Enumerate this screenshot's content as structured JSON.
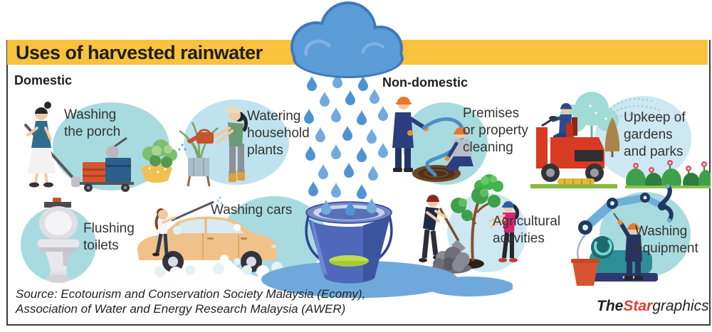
{
  "header": {
    "title": "Uses of harvested rainwater"
  },
  "sections": {
    "domestic": {
      "label": "Domestic"
    },
    "non_domestic": {
      "label": "Non-domestic"
    }
  },
  "items": {
    "washing_porch": {
      "label": "Washing the porch",
      "lines": [
        "Washing",
        "the porch"
      ]
    },
    "watering_plants": {
      "label": "Watering household plants",
      "lines": [
        "Watering",
        "household",
        "plants"
      ]
    },
    "flushing_toilets": {
      "label": "Flushing toilets",
      "lines": [
        "Flushing",
        "toilets"
      ]
    },
    "washing_cars": {
      "label": "Washing cars",
      "lines": [
        "Washing cars"
      ]
    },
    "premises_cleaning": {
      "label": "Premises or property cleaning",
      "lines": [
        "Premises",
        "or property",
        "cleaning"
      ]
    },
    "upkeep_gardens": {
      "label": "Upkeep of gardens and parks",
      "lines": [
        "Upkeep of",
        "gardens",
        "and parks"
      ]
    },
    "agricultural_activities": {
      "label": "Agricultural activities",
      "lines": [
        "Agricultural",
        "activities"
      ]
    },
    "washing_equipment": {
      "label": "Washing equipment",
      "lines": [
        "Washing",
        "equipment"
      ]
    }
  },
  "footer": {
    "source_line1": "Source: Ecotourism and Conservation Society Malaysia (Ecomy),",
    "source_line2": "Association of Water and Energy Research Malaysia (AWER)",
    "brand": {
      "the": "The",
      "star": "Star",
      "graphics": "graphics"
    }
  },
  "colors": {
    "accent_yellow": "#f9c23c",
    "frame_dark": "#3a3a3e",
    "cloud_blue": "#5b9cd6",
    "rain_blue": "#4e94d4",
    "circle_teal": "#a8dbe0",
    "circle_light_blue": "#cde8f2",
    "bucket_blue": "#4e69b9",
    "puddle_blue": "#6fa9dc",
    "brand_red": "#e03c31"
  }
}
